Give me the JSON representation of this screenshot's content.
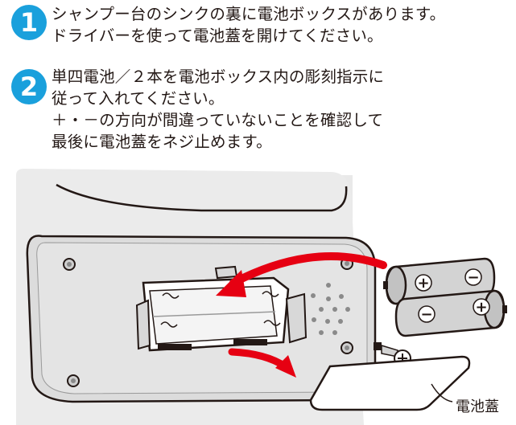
{
  "steps": [
    {
      "number": "1",
      "lines": [
        "シャンプー台のシンクの裏に電池ボックスがあります。",
        "ドライバーを使って電池蓋を開けてください。"
      ]
    },
    {
      "number": "2",
      "lines": [
        "単四電池／２本を電池ボックス内の彫刻指示に",
        "従って入れてください。",
        "＋・－の方向が間違っていないことを確認して",
        "最後に電池蓋をネジ止めます。"
      ]
    }
  ],
  "illustration": {
    "battery_plus_symbol": "+",
    "battery_minus_symbol": "−",
    "cover_label": "電池蓋",
    "colors": {
      "accent_blue": "#1aa0dc",
      "arrow_red": "#e60012",
      "panel_gray": "#e6e6e6",
      "battery_gray": "#d3d3d3"
    }
  }
}
